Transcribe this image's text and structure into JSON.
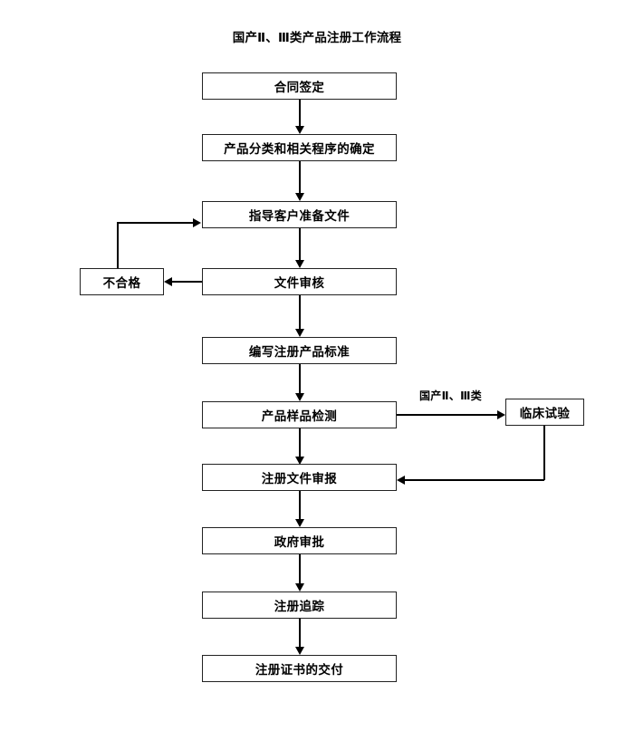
{
  "diagram": {
    "title": "国产Ⅱ、Ⅲ类产品注册工作流程",
    "type": "flowchart",
    "orientation": "top-to-bottom",
    "colors": {
      "background": "#ffffff",
      "node_border": "#222222",
      "node_fill": "#ffffff",
      "text": "#000000",
      "connector": "#000000"
    },
    "nodes": [
      {
        "id": "contract",
        "label": "合同签定",
        "shape": "rectangle",
        "column": "main"
      },
      {
        "id": "classification",
        "label": "产品分类和相关程序的确定",
        "shape": "rectangle",
        "column": "main"
      },
      {
        "id": "guide",
        "label": "指导客户准备文件",
        "shape": "rectangle",
        "column": "main"
      },
      {
        "id": "review",
        "label": "文件审核",
        "shape": "rectangle",
        "column": "main"
      },
      {
        "id": "reject",
        "label": "不合格",
        "shape": "rectangle",
        "column": "left"
      },
      {
        "id": "standard",
        "label": "编写注册产品标准",
        "shape": "rectangle",
        "column": "main"
      },
      {
        "id": "sampletest",
        "label": "产品样品检测",
        "shape": "rectangle",
        "column": "main"
      },
      {
        "id": "clinical",
        "label": "临床试验",
        "shape": "rectangle",
        "column": "right"
      },
      {
        "id": "submit",
        "label": "注册文件审报",
        "shape": "rectangle",
        "column": "main"
      },
      {
        "id": "approval",
        "label": "政府审批",
        "shape": "rectangle",
        "column": "main"
      },
      {
        "id": "tracking",
        "label": "注册追踪",
        "shape": "rectangle",
        "column": "main"
      },
      {
        "id": "delivery",
        "label": "注册证书的交付",
        "shape": "rectangle",
        "column": "main"
      }
    ],
    "edges": [
      {
        "from": "contract",
        "to": "classification",
        "label": "",
        "direction": "down"
      },
      {
        "from": "classification",
        "to": "guide",
        "label": "",
        "direction": "down"
      },
      {
        "from": "guide",
        "to": "review",
        "label": "",
        "direction": "down"
      },
      {
        "from": "review",
        "to": "reject",
        "label": "",
        "direction": "left"
      },
      {
        "from": "reject",
        "to": "guide",
        "label": "",
        "direction": "up-right"
      },
      {
        "from": "review",
        "to": "standard",
        "label": "",
        "direction": "down"
      },
      {
        "from": "standard",
        "to": "sampletest",
        "label": "",
        "direction": "down"
      },
      {
        "from": "sampletest",
        "to": "clinical",
        "label": "国产Ⅱ、Ⅲ类",
        "direction": "right"
      },
      {
        "from": "sampletest",
        "to": "submit",
        "label": "",
        "direction": "down"
      },
      {
        "from": "clinical",
        "to": "submit",
        "label": "",
        "direction": "down-left"
      },
      {
        "from": "submit",
        "to": "approval",
        "label": "",
        "direction": "down"
      },
      {
        "from": "approval",
        "to": "tracking",
        "label": "",
        "direction": "down"
      },
      {
        "from": "tracking",
        "to": "delivery",
        "label": "",
        "direction": "down"
      }
    ],
    "edge_labels": {
      "branch_clinical": "国产Ⅱ、Ⅲ类"
    }
  }
}
